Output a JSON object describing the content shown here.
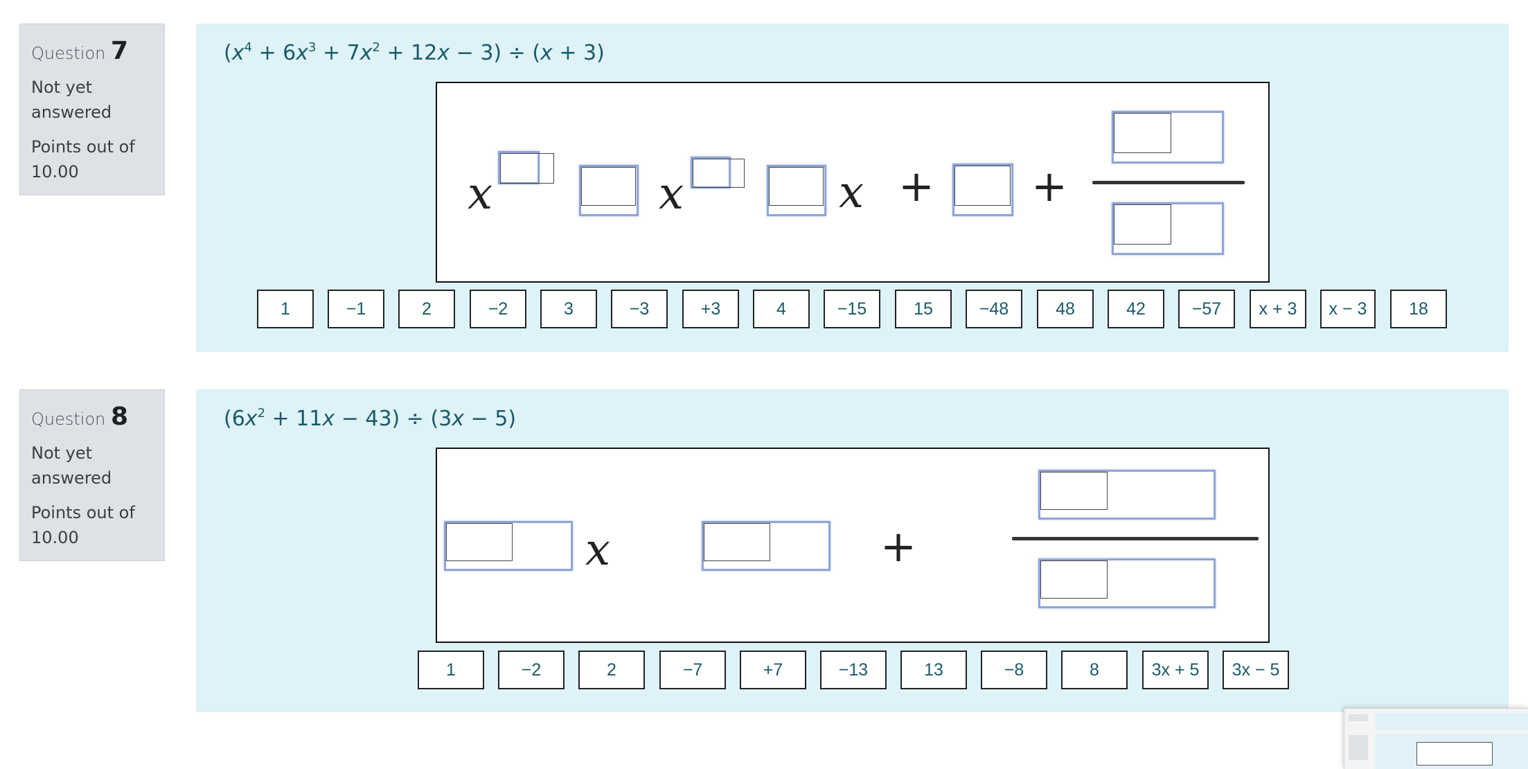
{
  "questions": [
    {
      "label": "Question",
      "number": "7",
      "state": "Not yet answered",
      "points": "Points out of 10.00",
      "prompt": {
        "p1": "(",
        "v1": "x",
        "e1": "4",
        "p2": " + 6",
        "v2": "x",
        "e2": "3",
        "p3": " + 7",
        "v3": "x",
        "e3": "2",
        "p4": " + 12",
        "v4": "x",
        "p5": " − 3) ÷ (",
        "v5": "x",
        "p6": " + 3)"
      },
      "board": {
        "variable": "x",
        "plus": "+"
      },
      "tokens": [
        "1",
        "−1",
        "2",
        "−2",
        "3",
        "−3",
        "+3",
        "4",
        "−15",
        "15",
        "−48",
        "48",
        "42",
        "−57",
        "x + 3",
        "x − 3",
        "18"
      ]
    },
    {
      "label": "Question",
      "number": "8",
      "state": "Not yet answered",
      "points": "Points out of 10.00",
      "prompt": {
        "p1": "(6",
        "v1": "x",
        "e1": "2",
        "p2": " + 11",
        "v2": "x",
        "p3": " − 43) ÷ (3",
        "v3": "x",
        "p4": " − 5)"
      },
      "board": {
        "variable": "x",
        "plus": "+"
      },
      "tokens": [
        "1",
        "−2",
        "2",
        "−7",
        "+7",
        "−13",
        "13",
        "−8",
        "8",
        "3x + 5",
        "3x − 5"
      ]
    }
  ]
}
